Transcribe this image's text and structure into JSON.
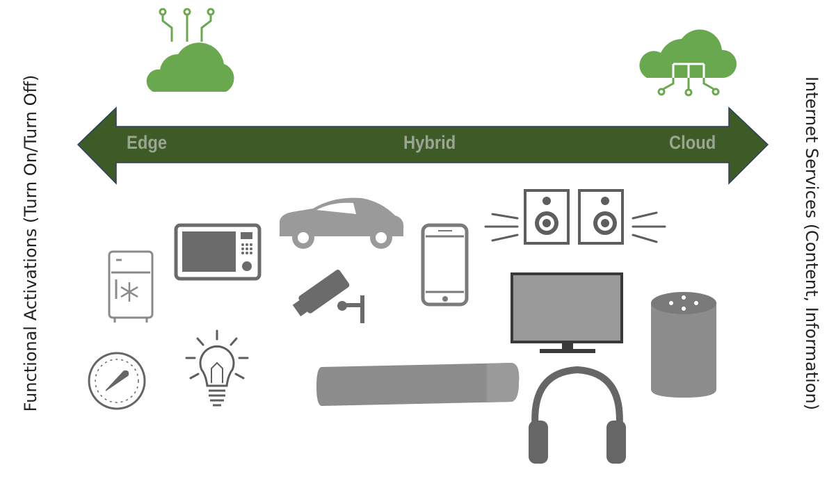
{
  "labels": {
    "left_vertical": "Functional Activations (Turn On/Turn Off)",
    "right_vertical": "Internet Services (Content, Information)"
  },
  "arrow": {
    "left": "Edge",
    "middle": "Hybrid",
    "right": "Cloud",
    "color": "#3e5a27"
  },
  "colors": {
    "cloud_green": "#6aa84f",
    "device_gray": "#808080"
  },
  "icons": [
    "edge-cloud-icon",
    "cloud-circuit-icon",
    "fridge-icon",
    "microwave-icon",
    "car-icon",
    "security-camera-icon",
    "smartphone-icon",
    "speakers-icon",
    "tv-icon",
    "smart-speaker-icon",
    "thermostat-dial-icon",
    "light-bulb-icon",
    "soundbar-icon",
    "headphones-icon"
  ]
}
